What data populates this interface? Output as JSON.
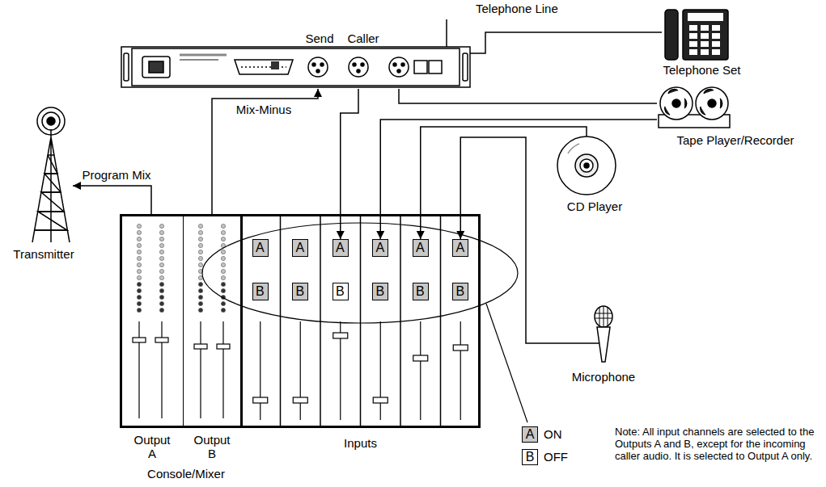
{
  "diagram": {
    "nodes": [
      {
        "text": [
          "Telephone Set"
        ]
      },
      {
        "text": [
          "Send",
          "Caller"
        ]
      },
      {
        "text": [
          "Tape Player/Recorder"
        ]
      },
      {
        "text": [
          "CD Player"
        ]
      },
      {
        "text": [
          "Microphone"
        ]
      },
      {
        "text": [
          "Transmitter"
        ]
      },
      {
        "text": [
          "Console/Mixer"
        ]
      },
      {
        "text": [
          "Output A"
        ],
        "in": 6
      },
      {
        "text": [
          "Output B"
        ],
        "in": 6
      },
      {
        "text": [
          "Inputs"
        ],
        "in": 6
      },
      {
        "text": [
          "A"
        ],
        "in": 9
      },
      {
        "text": [
          "A"
        ],
        "in": 9
      },
      {
        "text": [
          "A"
        ],
        "in": 9
      },
      {
        "text": [
          "A"
        ],
        "in": 9
      },
      {
        "text": [
          "A"
        ],
        "in": 9
      },
      {
        "text": [
          "A"
        ],
        "in": 9
      },
      {
        "text": [
          "B"
        ],
        "in": 9
      },
      {
        "text": [
          "B"
        ],
        "in": 9
      },
      {
        "text": [
          "B"
        ],
        "in": 9
      },
      {
        "text": [
          "B"
        ],
        "in": 9
      },
      {
        "text": [
          "B"
        ],
        "in": 9
      },
      {
        "text": [
          "B"
        ],
        "in": 9
      }
    ],
    "edges": [
      {
        "from": 7,
        "to": 5,
        "arrow": "to",
        "label": "Program Mix"
      },
      {
        "from": 8,
        "to": 1,
        "arrow": "to",
        "label": "Mix-Minus"
      },
      {
        "from": 1,
        "to": 12,
        "arrow": "to"
      },
      {
        "from": 2,
        "to": 13,
        "arrow": "to"
      },
      {
        "from": 3,
        "to": 14,
        "arrow": "to"
      },
      {
        "from": 4,
        "to": 15,
        "arrow": "to"
      },
      {
        "from": 1,
        "to": 0,
        "arrow": "none"
      },
      {
        "from": 1,
        "to": 2,
        "arrow": "none"
      }
    ],
    "labels": [
      "Telephone Line",
      "A",
      "B",
      "Note: All input channels are selected to the Outputs A and B, except for the incoming caller audio. It is selected to Output A only."
    ],
    "legend": [
      {
        "text": "ON",
        "color": "#c8c8c8"
      },
      {
        "text": "OFF",
        "color": "#ffffff"
      }
    ]
  }
}
